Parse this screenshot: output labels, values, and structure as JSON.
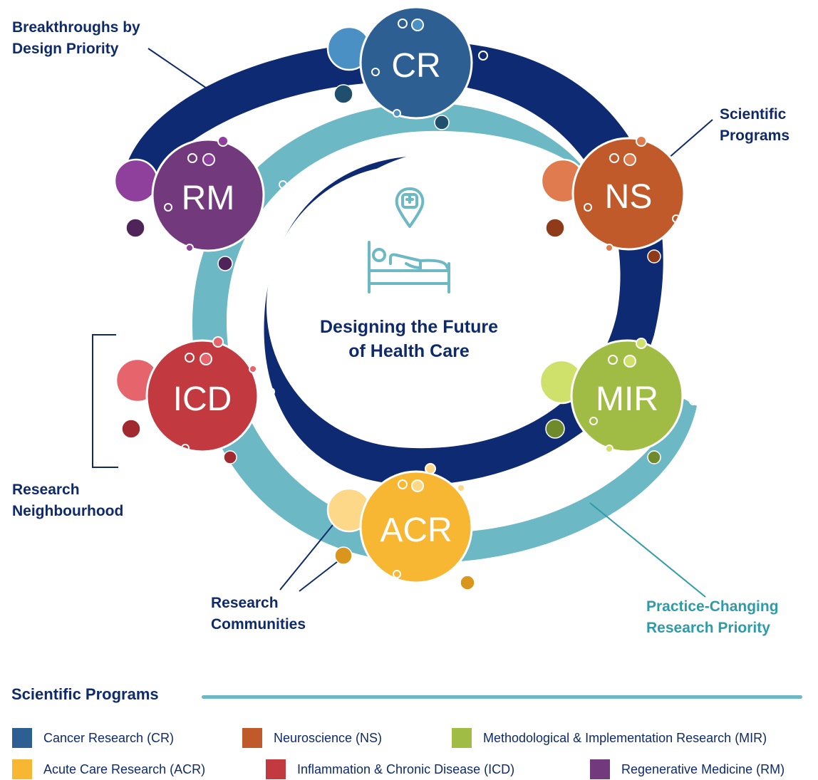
{
  "nodes": [
    {
      "id": "CR",
      "label": "CR",
      "color": "#2d5f93",
      "accent": "#4a90c4",
      "dot": "#1f4f6d",
      "program": "Cancer Research (CR)"
    },
    {
      "id": "NS",
      "label": "NS",
      "color": "#c15a2b",
      "accent": "#e07b4f",
      "dot": "#8f3a18",
      "program": "Neuroscience (NS)"
    },
    {
      "id": "MIR",
      "label": "MIR",
      "color": "#a1bc45",
      "accent": "#cfe06b",
      "dot": "#6f8a2a",
      "program": "Methodological & Implementation Research (MIR)"
    },
    {
      "id": "ACR",
      "label": "ACR",
      "color": "#f8b733",
      "accent": "#fcd888",
      "dot": "#d9951c",
      "program": "Acute Care Research (ACR)"
    },
    {
      "id": "ICD",
      "label": "ICD",
      "color": "#c23a3f",
      "accent": "#e6646b",
      "dot": "#a12a30",
      "program": "Inflammation & Chronic Disease (ICD)"
    },
    {
      "id": "RM",
      "label": "RM",
      "color": "#73397d",
      "accent": "#8f3f9c",
      "dot": "#4f2458",
      "program": "Regenerative Medicine (RM)"
    }
  ],
  "center": {
    "title_line1": "Designing the Future",
    "title_line2": "of Health Care",
    "icon": "hospital-bed-icon"
  },
  "annotations": {
    "breakthroughs": {
      "line1": "Breakthroughs by",
      "line2": "Design Priority"
    },
    "scientific_programs": {
      "line1": "Scientific",
      "line2": "Programs"
    },
    "research_neighbourhood": {
      "line1": "Research",
      "line2": "Neighbourhood"
    },
    "research_communities": {
      "line1": "Research",
      "line2": "Communities"
    },
    "practice_changing": {
      "line1": "Practice-Changing",
      "line2": "Research Priority"
    }
  },
  "legend": {
    "title": "Scientific Programs",
    "items": [
      {
        "label": "Cancer Research (CR)",
        "color": "#2d5f93"
      },
      {
        "label": "Neuroscience (NS)",
        "color": "#c15a2b"
      },
      {
        "label": "Methodological & Implementation Research (MIR)",
        "color": "#a1bc45"
      },
      {
        "label": "Acute Care Research (ACR)",
        "color": "#f8b733"
      },
      {
        "label": "Inflammation & Chronic Disease (ICD)",
        "color": "#c23a3f"
      },
      {
        "label": "Regenerative Medicine (RM)",
        "color": "#73397d"
      }
    ]
  },
  "colors": {
    "navy": "#0e2a73",
    "teal": "#6cb8c5",
    "text_navy": "#0f2a6b",
    "text_teal": "#2e9ba6"
  }
}
